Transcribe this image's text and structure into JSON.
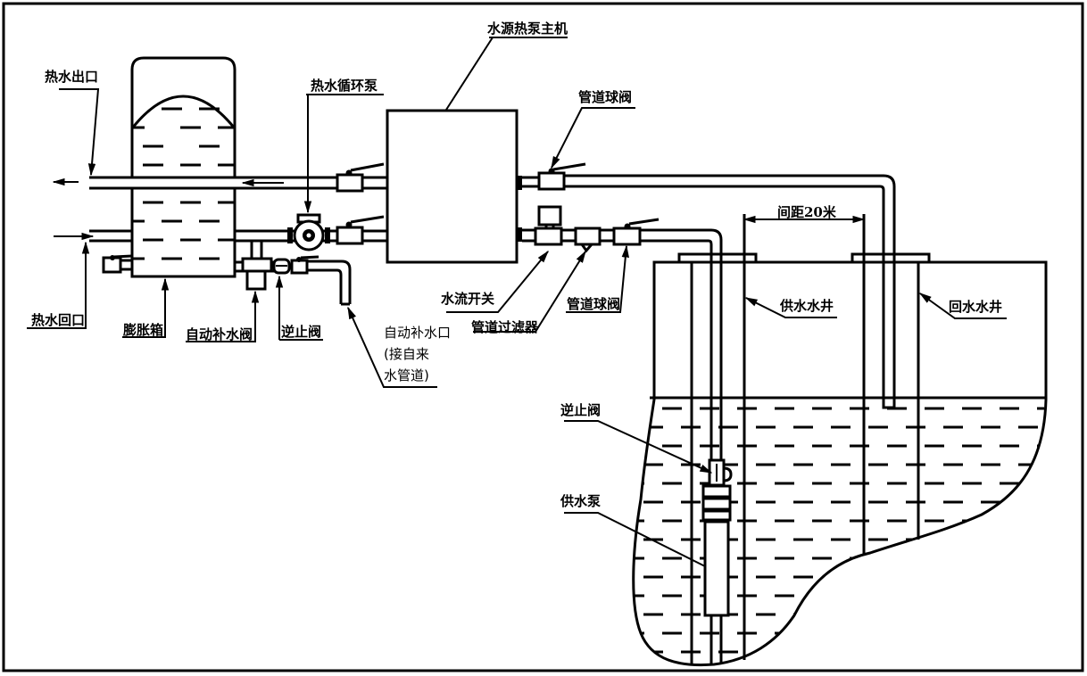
{
  "diagram": {
    "title": "水源热泵系统示意图",
    "labels": {
      "hot_water_outlet": "热水出口",
      "hot_water_return": "热水回口",
      "expansion_tank": "膨胀箱",
      "hot_water_circulation_pump": "热水循环泵",
      "auto_makeup_valve": "自动补水阀",
      "check_valve_top": "逆止阀",
      "auto_makeup_inlet_line1": "自动补水口",
      "auto_makeup_inlet_line2": "(接自来",
      "auto_makeup_inlet_line3": "水管道)",
      "heat_pump_unit": "水源热泵主机",
      "pipe_ball_valve_top": "管道球阀",
      "water_flow_switch": "水流开关",
      "pipe_filter": "管道过滤器",
      "pipe_ball_valve_bottom": "管道球阀",
      "spacing": "间距20米",
      "supply_well": "供水水井",
      "return_well": "回水水井",
      "check_valve_well": "逆止阀",
      "supply_pump": "供水泵"
    },
    "colors": {
      "line": "#000000",
      "background": "#ffffff"
    }
  }
}
